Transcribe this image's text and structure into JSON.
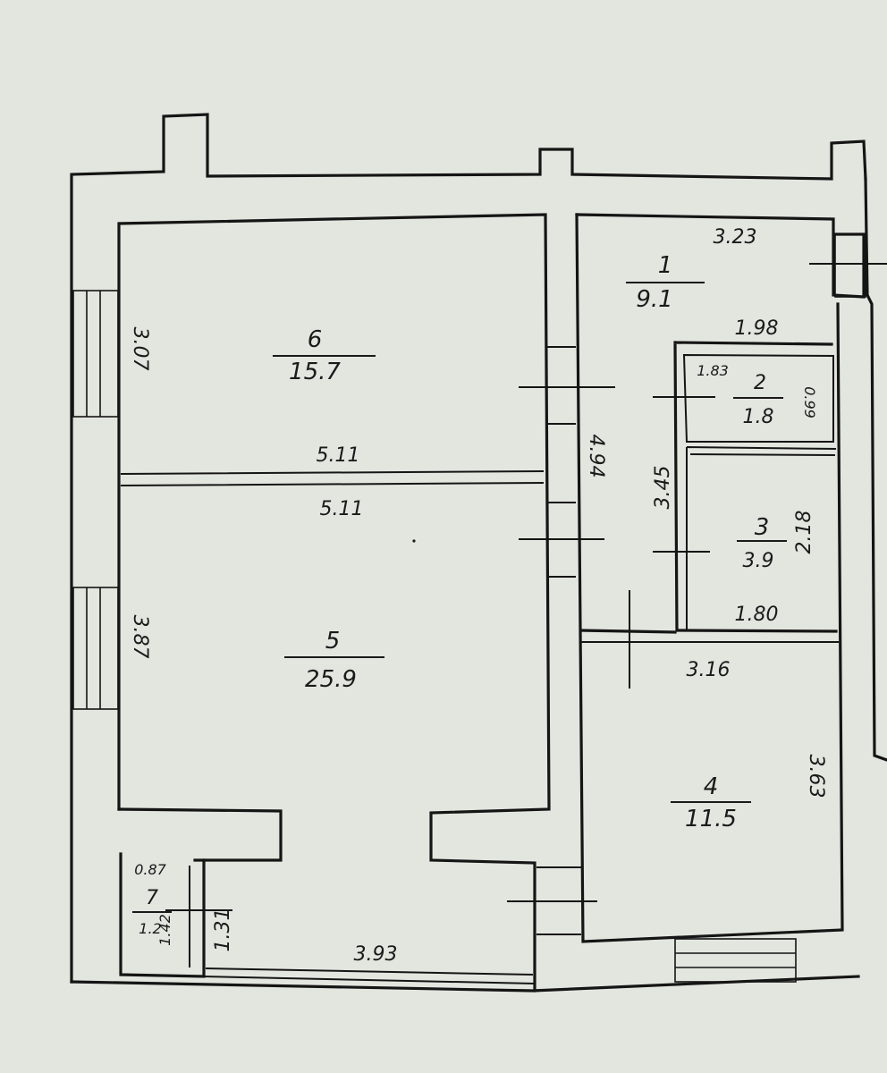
{
  "rooms": [
    {
      "number": "1",
      "area": "9.1"
    },
    {
      "number": "2",
      "area": "1.8"
    },
    {
      "number": "3",
      "area": "3.9"
    },
    {
      "number": "4",
      "area": "11.5"
    },
    {
      "number": "5",
      "area": "25.9"
    },
    {
      "number": "6",
      "area": "15.7"
    },
    {
      "number": "7",
      "area": "1.2"
    }
  ],
  "dimensions": {
    "room6_width_top": "5.11",
    "room5_width_top": "5.11",
    "room6_height": "3.07",
    "room5_height": "3.87",
    "room1_width": "3.23",
    "room2_width": "1.98",
    "room2_inner": "1.83",
    "room2_height": "0.99",
    "corridor_height": "4.94",
    "room1_height": "3.45",
    "room3_height": "2.18",
    "room3_width": "1.80",
    "room4_width": "3.16",
    "room4_height": "3.63",
    "room5_bottom_width": "3.93",
    "room7_width": "0.87",
    "room7_height": "1.42",
    "hall_height": "1.31"
  }
}
